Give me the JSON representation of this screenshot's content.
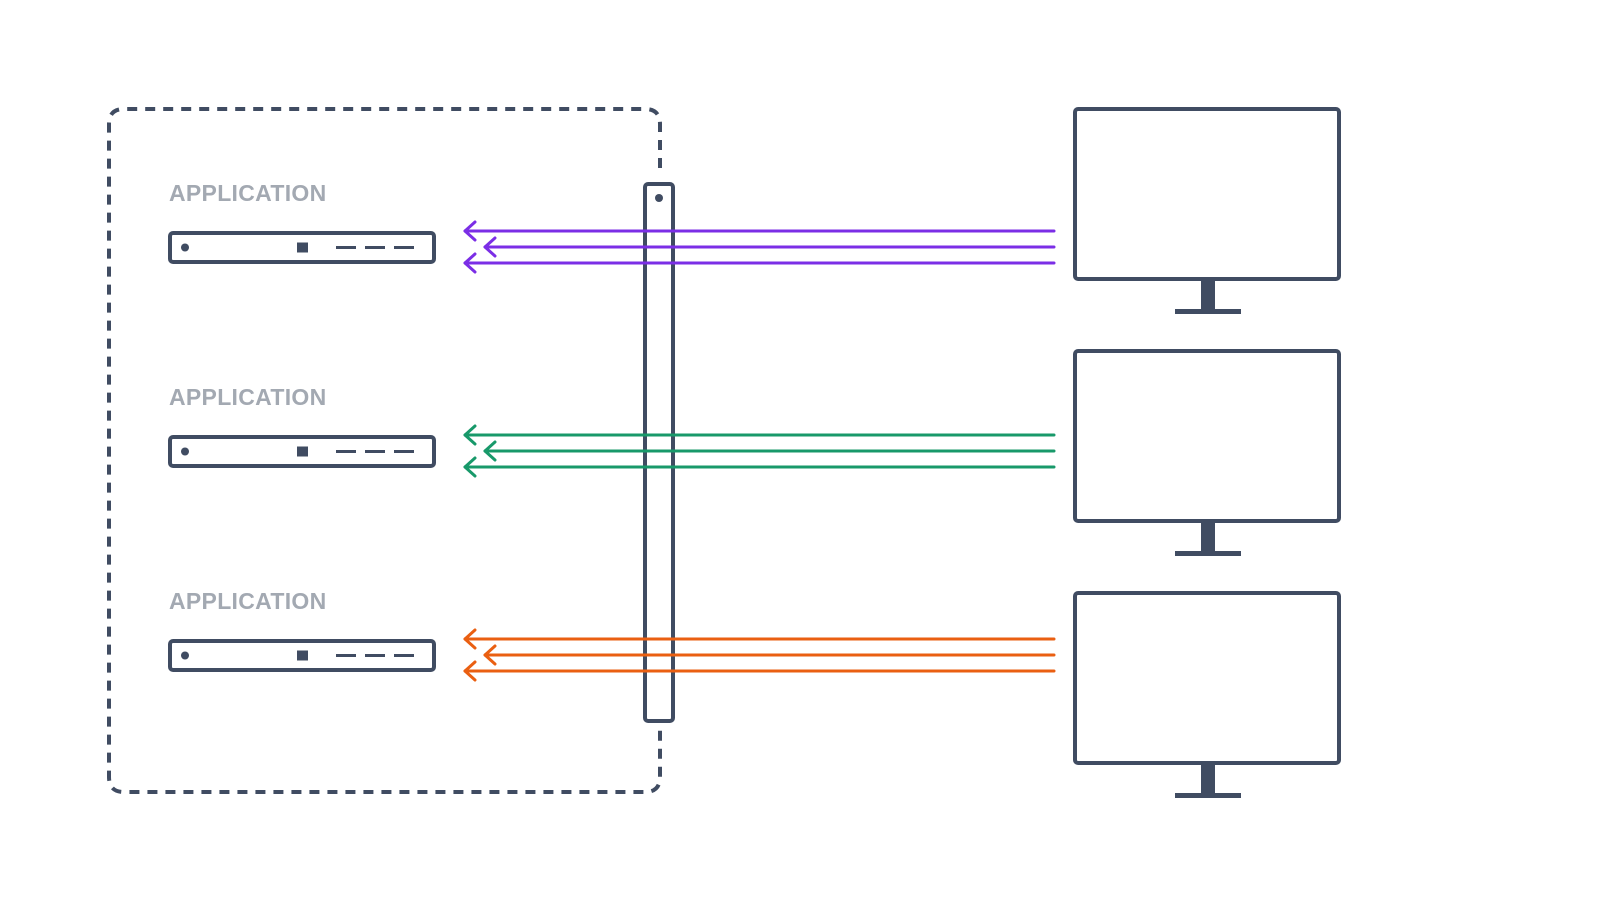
{
  "diagram": {
    "colors": {
      "stroke": "#404c62",
      "label": "#a3a9b2",
      "background": "#ffffff"
    },
    "applications": [
      {
        "label": "APPLICATION",
        "arrow_color": "#7b2ee6"
      },
      {
        "label": "APPLICATION",
        "arrow_color": "#18996a"
      },
      {
        "label": "APPLICATION",
        "arrow_color": "#ea5f11"
      }
    ],
    "clients": [
      {
        "icon": "monitor-icon"
      },
      {
        "icon": "monitor-icon"
      },
      {
        "icon": "monitor-icon"
      }
    ],
    "connections_per_client": 3
  }
}
